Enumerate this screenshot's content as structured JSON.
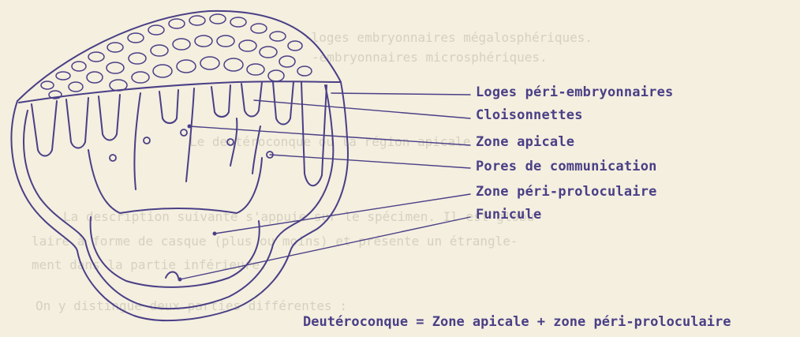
{
  "diagram": {
    "labels": [
      "Loges péri-embryonnaires",
      "Cloisonnettes",
      "Zone apicale",
      "Pores de communication",
      "Zone péri-proloculaire",
      "Funicule"
    ],
    "caption": "Deutéroconque = Zone apicale + zone péri-proloculaire"
  },
  "background_text": [
    "-loges embryonnaires mégalosphériques.",
    "-embryonnaires microsphériques.",
    "Le deutéroconque ou la région apicale",
    "La description suivante s'appuie sur le spécimen. Il est globu-",
    "laire à forme de casque (plus ou moins) et présente un étrangle-",
    "ment dans la partie inférieure.",
    "On y distingue deux parties différentes :"
  ],
  "colors": {
    "paper": "#f4efdf",
    "ink": "#4a3f86",
    "ghost": "#c9c3b3"
  }
}
